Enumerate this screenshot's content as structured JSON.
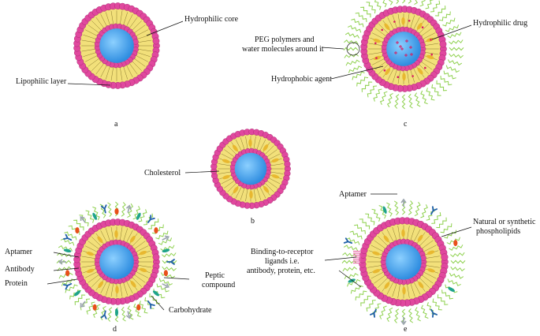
{
  "labels": {
    "a_core": "Hydrophilic core",
    "a_lipo": "Lipophilic layer",
    "c_drug": "Hydrophilic drug",
    "c_peg_line1": "PEG polymers and",
    "c_peg_line2": "water molecules around it",
    "c_hydrophobic": "Hydrophobic agent",
    "b_chol": "Cholesterol",
    "d_aptamer": "Aptamer",
    "d_antibody": "Antibody",
    "d_protein": "Protein",
    "d_peptic1": "Peptic",
    "d_peptic2": "compound",
    "d_carb": "Carbohydrate",
    "e_aptamer": "Aptamer",
    "e_phos1": "Natural or synthetic",
    "e_phos2": "phospholipids",
    "e_bind1": "Binding-to-receptor",
    "e_bind2": "ligands i.e.",
    "e_bind3": "antibody, protein, etc."
  },
  "panels": {
    "a": "a",
    "b": "b",
    "c": "c",
    "d": "d",
    "e": "e"
  },
  "colors": {
    "head": "#e0489e",
    "tail": "#f2e07a",
    "core": "#4aa3f0",
    "peg": "#8fd14f",
    "cholesterol": "#e8b830",
    "drug": "#d81b60",
    "protein": "#e8501a",
    "antibody": "#1f5fa8",
    "aptamer": "#9aa4ad",
    "peptide": "#1fa38a"
  }
}
